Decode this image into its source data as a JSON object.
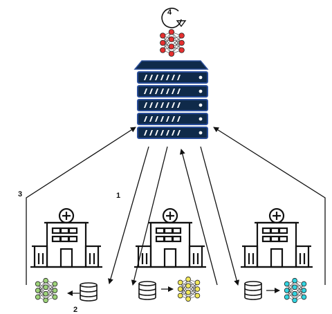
{
  "steps": {
    "aggregate": "4",
    "local_train": "1",
    "upload": "3",
    "model_local": "2"
  },
  "colors": {
    "global_model": "#e53030",
    "hospital_left_model": "#9ed37a",
    "hospital_mid_model": "#f2e85a",
    "hospital_right_model": "#33d4e0",
    "server_body": "#0f2a4a",
    "server_outline": "#2a4e9a",
    "line": "#111111"
  },
  "icons": {
    "cycle": "refresh-cycle-icon",
    "global": "neural-network-icon",
    "server": "server-rack-icon",
    "hospital": "hospital-building-icon",
    "database": "database-icon"
  }
}
